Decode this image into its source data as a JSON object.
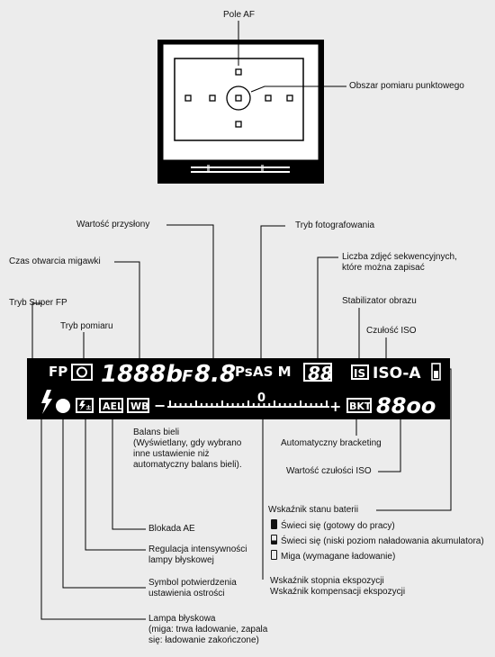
{
  "viewfinder": {
    "af_field_label": "Pole AF",
    "spot_area_label": "Obszar pomiaru punktowego"
  },
  "callouts": {
    "aperture": "Wartość przysłony",
    "shooting_mode": "Tryb fotografowania",
    "shutter_speed": "Czas otwarcia migawki",
    "sequential_count": "Liczba zdjęć sekwencyjnych,\nktóre można zapisać",
    "super_fp": "Tryb Super FP",
    "image_stabilizer": "Stabilizator obrazu",
    "metering_mode": "Tryb pomiaru",
    "iso_sensitivity": "Czułość ISO",
    "white_balance": "Balans bieli\n(Wyświetlany, gdy wybrano\ninne ustawienie niż\nautomatyczny balans bieli).",
    "auto_bracketing": "Automatyczny bracketing",
    "iso_value": "Wartość czułości ISO",
    "battery_indicator": "Wskaźnik stanu baterii",
    "ae_lock": "Blokada AE",
    "flash_intensity": "Regulacja intensywności\nlampy błyskowej",
    "focus_confirmation": "Symbol potwierdzenia\nustawienia ostrości",
    "exposure_indicator": "Wskaźnik stopnia ekspozycji\nWskaźnik kompensacji ekspozycji",
    "flash_lamp": "Lampa błyskowa\n(miga: trwa ładowanie, zapala\nsię: ładowanie zakończone)"
  },
  "battery_states": [
    {
      "icon": "battery-full-icon",
      "text": "Świeci się (gotowy do pracy)"
    },
    {
      "icon": "battery-low-icon",
      "text": "Świeci się (niski poziom naładowania akumulatora)"
    },
    {
      "icon": "battery-empty-icon",
      "text": "Miga (wymagane ładowanie)"
    }
  ],
  "display": {
    "fp": "FP",
    "shutter": "1888b",
    "f_prefix": "F",
    "aperture_digits": "8.8",
    "ps": "Ps",
    "asm": "AS M",
    "seq_digits": "88",
    "is": "IS",
    "iso_a": "ISO-A",
    "ael": "AEL",
    "wb": "WB",
    "bkt": "BKT",
    "iso_digits": "88oo",
    "zero": "0",
    "minus": "−",
    "plus": "+"
  }
}
